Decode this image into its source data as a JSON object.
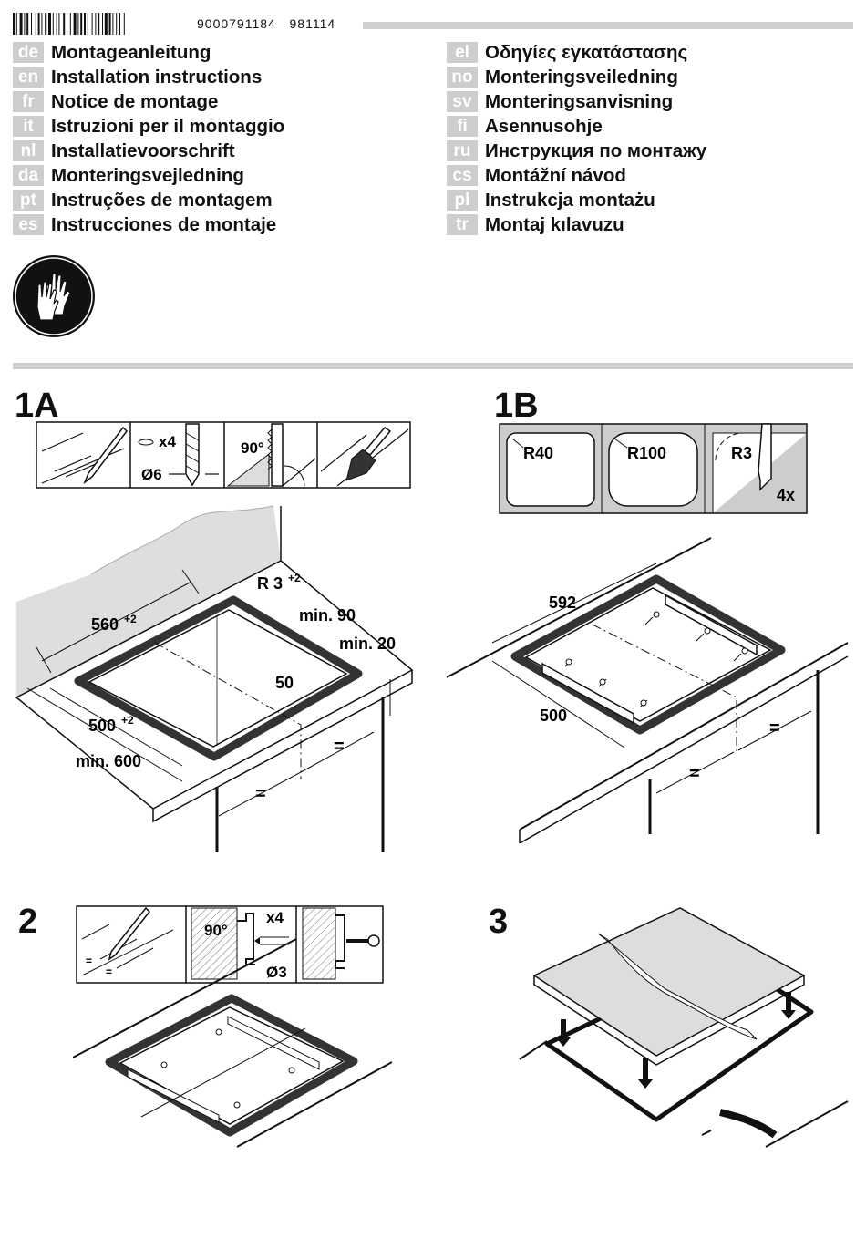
{
  "header": {
    "doc_number": "9000791184",
    "doc_date": "981114"
  },
  "languages_left": [
    {
      "code": "de",
      "title": "Montageanleitung"
    },
    {
      "code": "en",
      "title": "Installation instructions"
    },
    {
      "code": "fr",
      "title": "Notice de montage"
    },
    {
      "code": "it",
      "title": "Istruzioni per il montaggio"
    },
    {
      "code": "nl",
      "title": "Installatievoorschrift"
    },
    {
      "code": "da",
      "title": "Monteringsvejledning"
    },
    {
      "code": "pt",
      "title": "Instruções de montagem"
    },
    {
      "code": "es",
      "title": "Instrucciones de montaje"
    }
  ],
  "languages_right": [
    {
      "code": "el",
      "title": "Οδηγίες εγκατάστασης"
    },
    {
      "code": "no",
      "title": "Monteringsveiledning"
    },
    {
      "code": "sv",
      "title": "Monteringsanvisning"
    },
    {
      "code": "fi",
      "title": "Asennusohje"
    },
    {
      "code": "ru",
      "title": "Инструкция по монтажу"
    },
    {
      "code": "cs",
      "title": "Montážní návod"
    },
    {
      "code": "pl",
      "title": "Instrukcja montażu"
    },
    {
      "code": "tr",
      "title": "Montaj kılavuzu"
    }
  ],
  "steps": {
    "s1a": "1A",
    "s1b": "1B",
    "s2": "2",
    "s3": "3"
  },
  "fig1a": {
    "screws": "x4",
    "drill": "Ø6",
    "angle": "90°",
    "radius": "R 3",
    "radius_tol": "+2",
    "depth": "560",
    "depth_tol": "+2",
    "min_back": "min. 90",
    "min_front": "min. 20",
    "inner": "50",
    "width": "500",
    "width_tol": "+2",
    "min_width": "min. 600",
    "equal": "="
  },
  "fig1b": {
    "r40": "R40",
    "r100": "R100",
    "r3": "R3",
    "qty": "4x",
    "dim592": "592",
    "dim500": "500",
    "equal": "="
  },
  "fig2": {
    "angle": "90°",
    "screws": "x4",
    "drill": "Ø3",
    "equal": "="
  }
}
